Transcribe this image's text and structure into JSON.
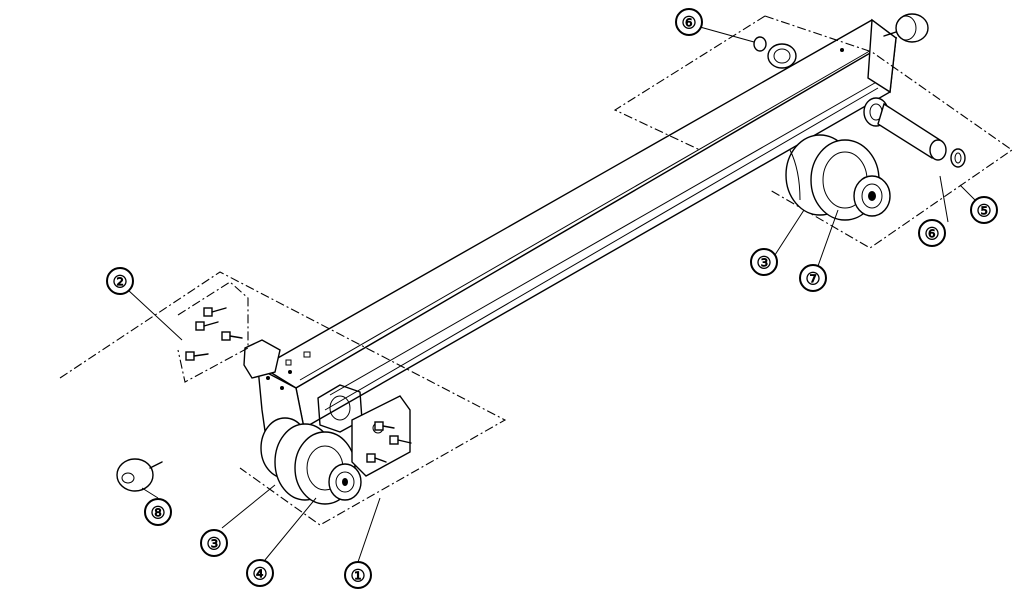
{
  "callouts": [
    {
      "id": "c1",
      "label": "①"
    },
    {
      "id": "c2",
      "label": "②"
    },
    {
      "id": "c3a",
      "label": "③"
    },
    {
      "id": "c3b",
      "label": "③"
    },
    {
      "id": "c4",
      "label": "④"
    },
    {
      "id": "c5",
      "label": "⑤"
    },
    {
      "id": "c6a",
      "label": "⑥"
    },
    {
      "id": "c6b",
      "label": "⑥"
    },
    {
      "id": "c7",
      "label": "⑦"
    },
    {
      "id": "c8",
      "label": "⑧"
    }
  ]
}
